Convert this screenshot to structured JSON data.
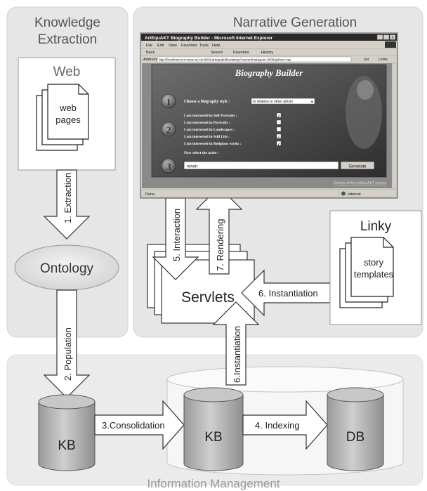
{
  "sections": {
    "knowledge_extraction": {
      "line1": "Knowledge",
      "line2": "Extraction"
    },
    "narrative_generation": "Narrative Generation",
    "information_management": "Information Management"
  },
  "web_box": {
    "title": "Web",
    "doc_line1": "web",
    "doc_line2": "pages"
  },
  "linky_box": {
    "title": "Linky",
    "doc_line1": "story",
    "doc_line2": "templates"
  },
  "nodes": {
    "ontology": "Ontology",
    "servlets": "Servlets",
    "kb_left": "KB",
    "kb_center": "KB",
    "db": "DB"
  },
  "arrows": {
    "extraction": "1. Extraction",
    "population": "2. Population",
    "consolidation": "3.Consolidation",
    "indexing": "4. Indexing",
    "interaction": "5. Interaction",
    "instantiation_right": "6. Instantiation",
    "instantiation_bottom": "6.Instantiation",
    "rendering": "7. Rendering"
  },
  "browser": {
    "title": "ArtEquAKT Biography Builder - Microsoft Internet Explorer",
    "menu": [
      "File",
      "Edit",
      "View",
      "Favorites",
      "Tools",
      "Help"
    ],
    "toolbar": [
      "Back",
      "Search",
      "Favorites",
      "History"
    ],
    "address_label": "Address",
    "address": "http://localhost.ecs.soton.ac.uk:8081/artequakt/bootstrap?restrsnhost&port=3000&phost=esp",
    "go": "Go",
    "links": "Links",
    "heading": "Biography Builder",
    "step1_label": "Choose a biography style :",
    "style_select": "In relation to other artists",
    "interests": [
      {
        "label": "I am interested in Self Portraits :",
        "checked": true
      },
      {
        "label": "I am interested in Portraits :",
        "checked": false
      },
      {
        "label": "I am interested in Landscapes :",
        "checked": false
      },
      {
        "label": "I am interested in Still Life :",
        "checked": true
      },
      {
        "label": "I am interested in Religious works :",
        "checked": true
      }
    ],
    "artist_prompt": "Now select the artist :",
    "artist_input": "renoir",
    "generate": "Generate",
    "footer_link": "Details of the ArtEquAKT project",
    "status_left": "Done",
    "status_right": "Internet",
    "step_numbers": [
      "1",
      "2",
      "3"
    ]
  }
}
